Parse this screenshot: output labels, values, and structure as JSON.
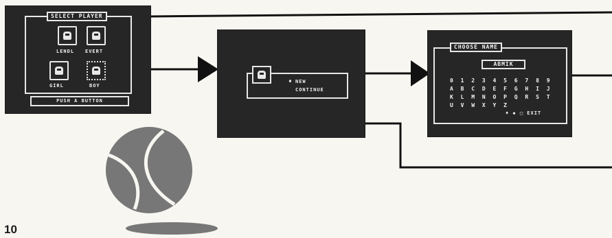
{
  "select_player": {
    "title": "SELECT PLAYER",
    "characters": [
      "LENDL",
      "EVERT",
      "GIRL",
      "BOY"
    ],
    "footer": "PUSH A BUTTON"
  },
  "menu": {
    "new": "NEW",
    "continue": "CONTINUE",
    "cursor": "♦"
  },
  "choose_name": {
    "title": "CHOOSE NAME",
    "name_value": "ABMIK",
    "rows": [
      "0 1 2 3 4 5 6 7 8 9",
      "A B C D E F G H I J",
      "K L M N O P Q R S T",
      "U V W X Y Z"
    ],
    "controls": "♦ ◆ □ EXIT"
  },
  "page_number": "10",
  "icons": [
    "tennis-ball-icon",
    "arrow-icon",
    "player-sprite-icon"
  ]
}
